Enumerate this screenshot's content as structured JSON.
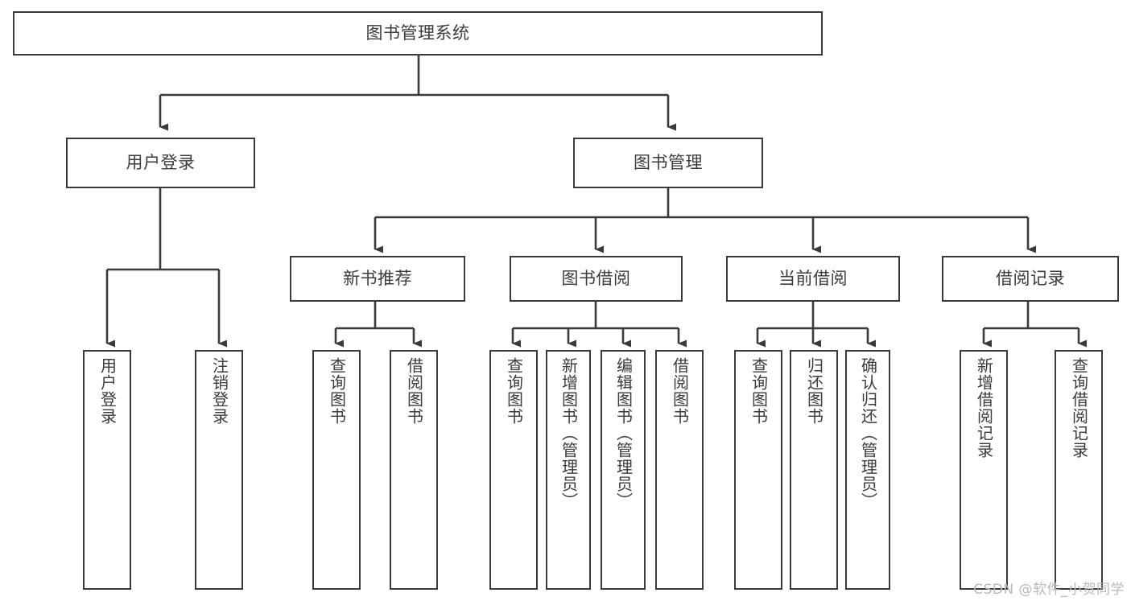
{
  "diagram": {
    "type": "tree",
    "title": "图书管理系统",
    "orientation": "top-down",
    "colors": {
      "stroke": "#3a3a3a",
      "box_fill": "#ffffff",
      "text": "#3b3b3b",
      "watermark": "#b9b9b9",
      "background": "#ffffff"
    }
  },
  "root": {
    "label": "图书管理系统"
  },
  "level2": [
    {
      "label": "用户登录"
    },
    {
      "label": "图书管理"
    }
  ],
  "level3": [
    {
      "label": "新书推荐"
    },
    {
      "label": "图书借阅"
    },
    {
      "label": "当前借阅"
    },
    {
      "label": "借阅记录"
    }
  ],
  "leaves": {
    "user_login": [
      {
        "label": "用户登录"
      },
      {
        "label": "注销登录"
      }
    ],
    "new_book_recommend": [
      {
        "label": "查询图书"
      },
      {
        "label": "借阅图书"
      }
    ],
    "book_borrow": [
      {
        "label": "查询图书"
      },
      {
        "label": "新增图书（管理员）"
      },
      {
        "label": "编辑图书（管理员）"
      },
      {
        "label": "借阅图书"
      }
    ],
    "current_borrow": [
      {
        "label": "查询图书"
      },
      {
        "label": "归还图书"
      },
      {
        "label": "确认归还（管理员）"
      }
    ],
    "borrow_records": [
      {
        "label": "新增借阅记录"
      },
      {
        "label": "查询借阅记录"
      }
    ]
  },
  "watermark": {
    "text": "CSDN @软件_小贺同学"
  }
}
